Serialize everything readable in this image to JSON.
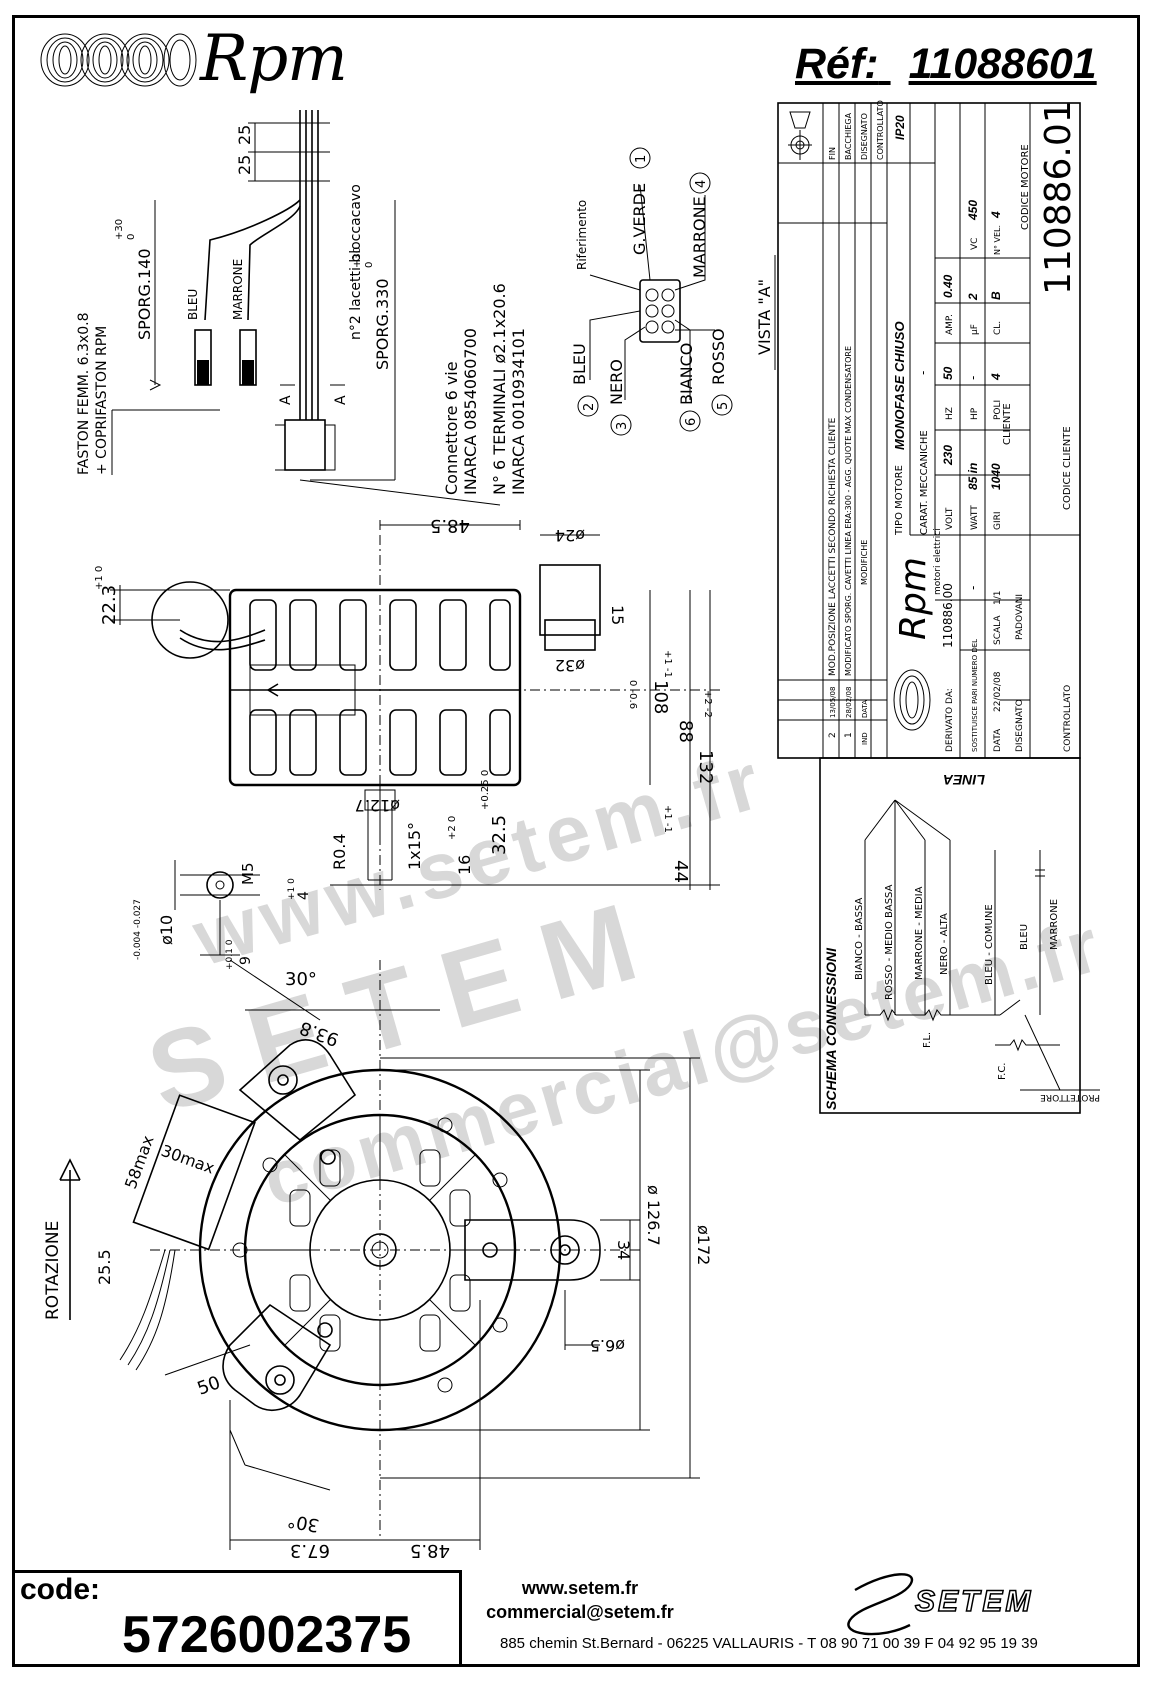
{
  "header": {
    "brand": "Rpm",
    "reference_label": "Réf:",
    "reference_number": "11088601"
  },
  "cable_detail": {
    "dim_top_1": "25",
    "dim_top_2": "25",
    "lacetti": "n°2 lacetti bloccacavo",
    "sporg_140": "SPORG.140",
    "sporg_140_tol_plus": "+30",
    "sporg_140_tol_zero": "0",
    "sporg_330": "SPORG.330",
    "sporg_330_tol_plus": "+30",
    "sporg_330_tol_zero": "0",
    "wire_bleu": "BLEU",
    "wire_marrone": "MARRONE",
    "faston_line1": "FASTON FEMM. 6.3x0.8",
    "faston_line2": "+ COPRIFASTON RPM",
    "section_mark_a1": "A",
    "section_mark_a2": "A",
    "connettore_line1": "Connettore 6 vie",
    "connettore_line2": "INARCA 0854060700",
    "terminali_line1": "N° 6 TERMINALI ø2.1x20.6",
    "terminali_line2": "INARCA 0010934101"
  },
  "connector_view": {
    "riferimento": "Riferimento",
    "pins": [
      {
        "num": "1",
        "label": "G.VERDE"
      },
      {
        "num": "4",
        "label": "MARRONE"
      },
      {
        "num": "2",
        "label": "BLEU"
      },
      {
        "num": "3",
        "label": "NERO"
      },
      {
        "num": "6",
        "label": "BIANCO"
      },
      {
        "num": "5",
        "label": "ROSSO"
      }
    ],
    "vista": "VISTA \"A\""
  },
  "title_block": {
    "revisions": [
      {
        "ind": "2",
        "date": "13/05/08",
        "text": "MOD.POSIZIONE LACCETTI SECONDO RICHIESTA CLIENTE",
        "by": "FIN"
      },
      {
        "ind": "1",
        "date": "28/02/08",
        "text": "MODIFICATO SPORG. CAVETTI LINEA ERA:300 - AGG. QUOTE MAX CONDENSATORE",
        "by": "BACCHIEGA"
      },
      {
        "ind": "IND",
        "date": "DATA",
        "text": "MODIFICHE",
        "by": "DISEGNATO"
      }
    ],
    "controllato_col": "CONTROLLATO",
    "tipo_motore_label": "TIPO MOTORE",
    "tipo_motore_value": "MONOFASE CHIUSO",
    "protection": "IP20",
    "carat_label": "CARAT. MECCANICHE",
    "carat_value": "-",
    "volt_label": "VOLT",
    "volt_value": "230",
    "hz_label": "HZ",
    "hz_value": "50",
    "amp_label": "AMP.",
    "amp_value": "0.40",
    "watt_label": "WATT",
    "watt_value": "85 in",
    "hp_label": "HP",
    "hp_value": "-",
    "uf_label": "μF",
    "uf_value": "2",
    "vc_label": "VC",
    "vc_value": "450",
    "giri_label": "GIRI",
    "giri_value": "1040",
    "poli_label": "POLI",
    "poli_value": "4",
    "cl_label": "CL.",
    "cl_value": "B",
    "nvel_label": "N° VEL.",
    "nvel_value": "4",
    "cliente_label": "CLIENTE",
    "codice_motore_label": "CODICE MOTORE",
    "codice_motore_value": "110886.01",
    "codice_cliente_label": "CODICE CLIENTE",
    "logo_sub": "motori elettrici",
    "derivato_label": "DERIVATO DA:",
    "derivato_value": "110886.00",
    "sostituisce_label": "SOSTITUISCE PARI NUMERO DEL",
    "sostituisce_value": "-",
    "data_label": "DATA",
    "data_value": "22/02/08",
    "scala_label": "SCALA",
    "scala_value": "1/1",
    "disegnato_label": "DISEGNATO",
    "disegnato_value": "PADOVANI",
    "controllato_label": "CONTROLLATO"
  },
  "schema": {
    "title": "SCHEMA CONNESSIONI",
    "linea": "LINEA",
    "wires": [
      "BIANCO - BASSA",
      "ROSSO - MEDIO BASSA",
      "MARRONE - MEDIA",
      "NERO - ALTA",
      "BLEU - COMUNE",
      "BLEU",
      "MARRONE"
    ],
    "fl": "F.L.",
    "fc": "F.C.",
    "protettore": "PROTETTORE"
  },
  "side_view": {
    "d48_5": "48.5",
    "d24": "ø24",
    "d22_3": "22.3",
    "d22_3_tol": "+1 0",
    "d15": "15",
    "d32": "ø32",
    "d108": "108",
    "d108_tol": "0 -0.6",
    "d88": "88",
    "d88_tol": "+1 -1",
    "d132": "132",
    "d132_tol": "+2 -2",
    "d44": "44",
    "d44_tol": "+1 -1",
    "d12_7": "ø12.7",
    "d32_5": "32.5",
    "d32_5_tol": "+0.25 0",
    "d16": "16",
    "d16_tol": "+2 0",
    "d1x15": "1x15°",
    "r0_4": "R0.4",
    "dM5": "M5",
    "d4": "4",
    "d4_tol": "+1 0",
    "d10": "ø10",
    "d10_tol": "-0.004 -0.027",
    "d9": "9",
    "d9_tol": "+0.1 0"
  },
  "front_view": {
    "a30_top": "30°",
    "d93_8": "93.8",
    "d58": "58max",
    "d30max": "30max",
    "d25_5": "25.5",
    "rotazione": "ROTAZIONE",
    "d34": "34",
    "d126_7": "ø 126.7",
    "d172": "ø172",
    "d6_5": "ø6.5",
    "d50": "50",
    "a30_bottom": "30°",
    "d67_3": "67.3",
    "d48_5": "48.5"
  },
  "watermark": {
    "line1": "www.setem.fr",
    "line2": "SETEM",
    "line3": "commercial@setem.fr"
  },
  "footer": {
    "code_label": "code:",
    "code_value": "5726002375",
    "web": "www.setem.fr",
    "email": "commercial@setem.fr",
    "address": "885 chemin St.Bernard  -  06225 VALLAURIS  -  T 08 90 71 00 39  F 04 92 95 19 39",
    "brand": "SETEM"
  }
}
